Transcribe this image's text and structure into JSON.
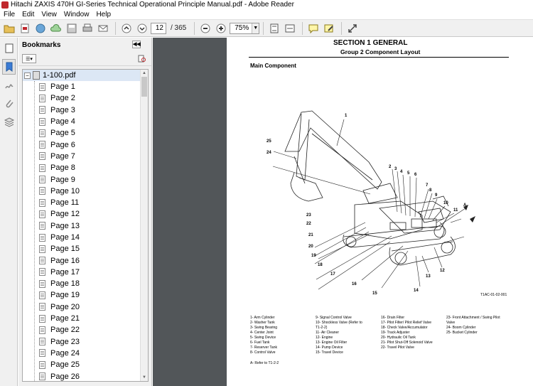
{
  "window": {
    "title": "Hitachi ZAXIS 470H GI-Series Technical Operational Principle Manual.pdf - Adobe Reader"
  },
  "menu": [
    "File",
    "Edit",
    "View",
    "Window",
    "Help"
  ],
  "toolbar": {
    "page_current": "12",
    "page_total": "/ 365",
    "zoom": "75%"
  },
  "bookmarks": {
    "header": "Bookmarks",
    "root": "1-100.pdf",
    "items": [
      "Page 1",
      "Page 2",
      "Page 3",
      "Page 4",
      "Page 5",
      "Page 6",
      "Page 7",
      "Page 8",
      "Page 9",
      "Page 10",
      "Page 11",
      "Page 12",
      "Page 13",
      "Page 14",
      "Page 15",
      "Page 16",
      "Page 17",
      "Page 18",
      "Page 19",
      "Page 20",
      "Page 21",
      "Page 22",
      "Page 23",
      "Page 24",
      "Page 25",
      "Page 26"
    ]
  },
  "document": {
    "section_title": "SECTION 1 GENERAL",
    "group_title": "Group 2 Component Layout",
    "heading": "Main Component",
    "figure_code": "T1AC-01-02-001",
    "callouts": [
      "1",
      "2",
      "3",
      "4",
      "5",
      "6",
      "7",
      "8",
      "9",
      "10",
      "11",
      "12",
      "13",
      "14",
      "15",
      "16",
      "17",
      "18",
      "19",
      "20",
      "21",
      "22",
      "23",
      "24",
      "25",
      "A"
    ],
    "legend_col1": [
      "1-   Arm Cylinder",
      "2-   Washer Tank",
      "3-   Swing Bearing",
      "4-   Center Joint",
      "5-   Swing Device",
      "6-   Fuel Tank",
      "7-   Reserver Tank",
      "8-   Control Valve"
    ],
    "legend_col2": [
      "9-   Signal Control Valve",
      "10-  Shockless Valve (Refer to",
      "       T1-2-2)",
      "11-  Air Cleaner",
      "12-  Engine",
      "13-  Engine Oil Filter",
      "14-  Pump Device",
      "15-  Travel Device"
    ],
    "legend_col3": [
      "16-  Drain Filter",
      "17-  Pilot Filter/ Pilot Relief Valve",
      "18-  Check Valve/Accumulator",
      "19-  Track Adjuster",
      "20-  Hydraulic Oil Tank",
      "21-  Pilot Shut-Off Solenoid Valve",
      "22-  Travel Pilot Valve"
    ],
    "legend_col4": [
      "23-  Front Attachment / Swing Pilot",
      "       Valve",
      "24-  Boom Cylinder",
      "25-  Bucket Cylinder"
    ],
    "ref_note": "A-    Refer to T1-2-2"
  }
}
